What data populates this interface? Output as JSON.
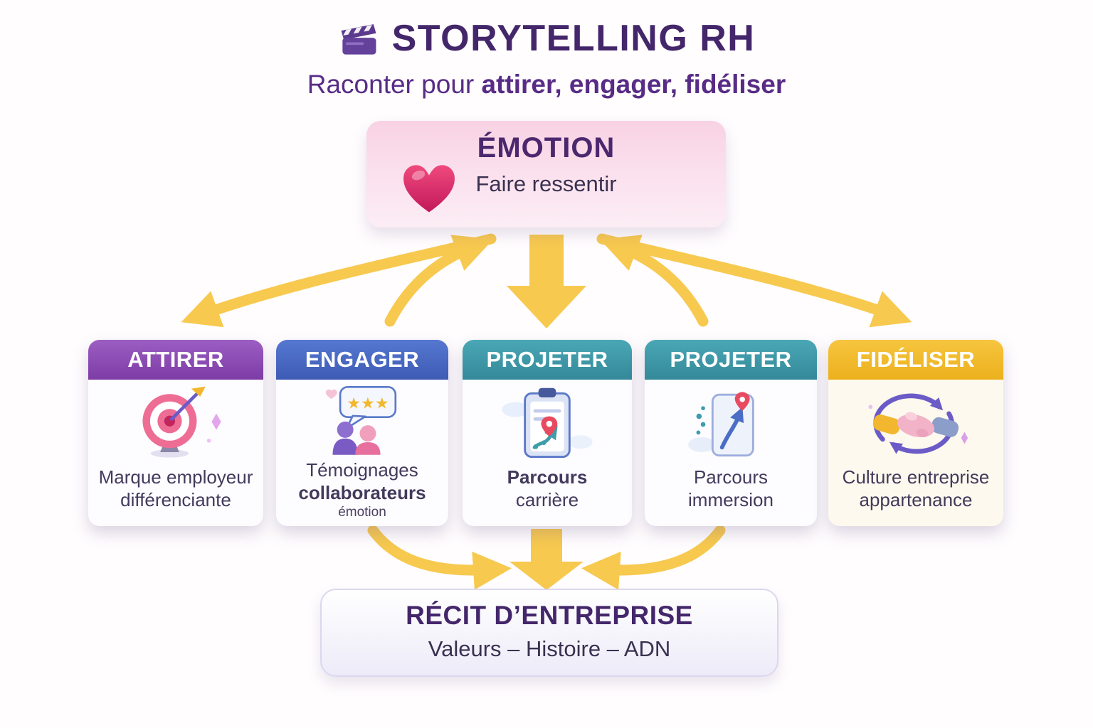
{
  "header": {
    "title": "STORYTELLING RH",
    "subtitle_prefix": "Raconter pour ",
    "subtitle_emphasis": "attirer, engager, fidéliser"
  },
  "emotion_box": {
    "title": "ÉMOTION",
    "subtitle": "Faire ressentir"
  },
  "cards": [
    {
      "header": "ATTIRER",
      "line1": "Marque employeur",
      "line2": "différenciante"
    },
    {
      "header": "ENGAGER",
      "line1": "Témoignages",
      "line2": "collaborateurs",
      "note": "émotion"
    },
    {
      "header": "PROJETER",
      "line1": "Parcours",
      "line2": "carrière"
    },
    {
      "header": "PROJETER",
      "line1": "Parcours",
      "line2": "immersion"
    },
    {
      "header": "FIDÉLISER",
      "line1": "Culture entreprise",
      "line2": "appartenance"
    }
  ],
  "bottom_box": {
    "title": "RÉCIT D’ENTREPRISE",
    "subtitle": "Valeurs – Histoire – ADN"
  },
  "colors": {
    "title_text": "#44266b",
    "subtitle_text": "#582c86",
    "arrow": "#f7c94f",
    "emotion_box_bg": "#f8d2e4",
    "heart": "#d6336c",
    "header_attirer": "#8f4fb3",
    "header_engager": "#4a6ec6",
    "header_projeter": "#3f9dab",
    "header_fideliser": "#f2b72e",
    "card_text": "#433a5c"
  }
}
